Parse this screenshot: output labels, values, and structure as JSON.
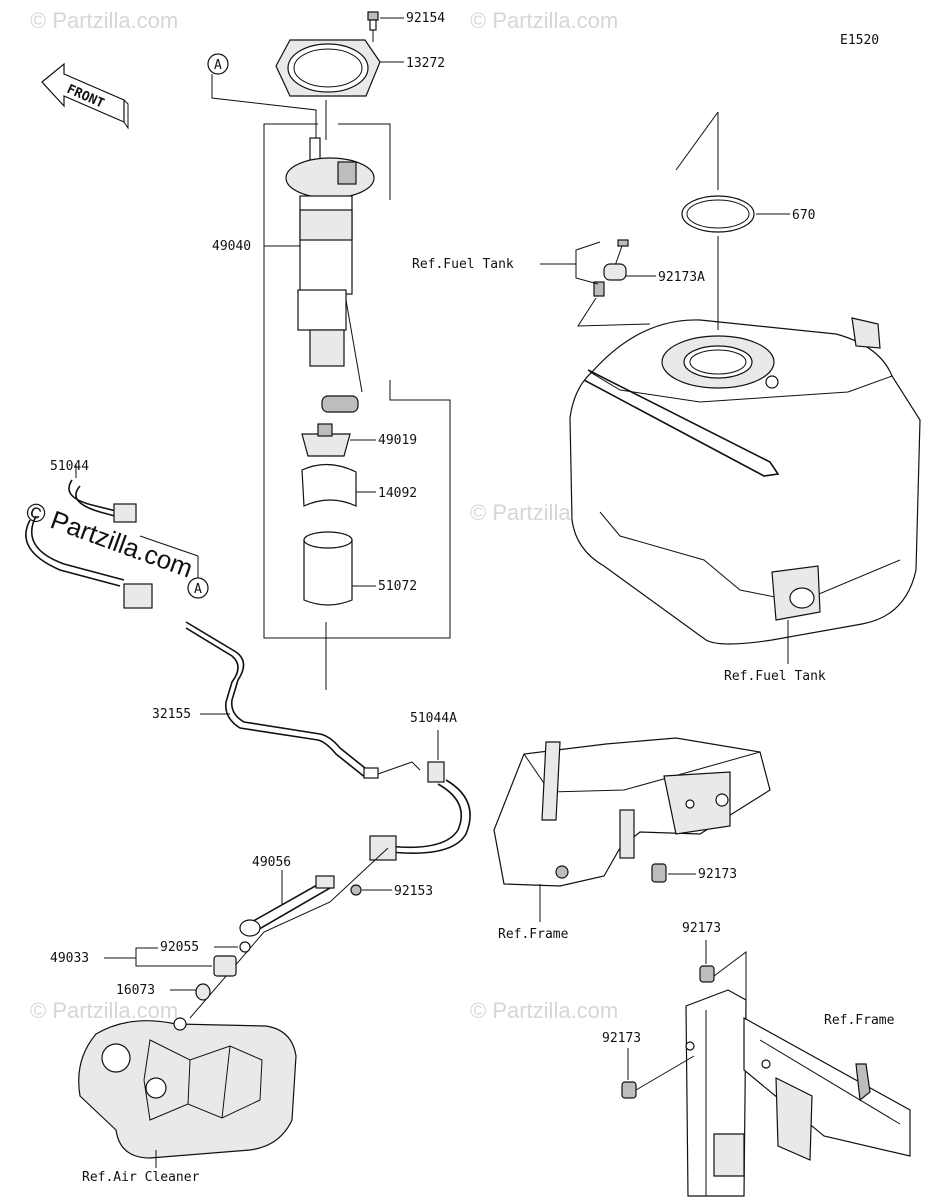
{
  "diagram_code": "E1520",
  "watermark": "© Partzilla.com",
  "brand_watermark": "© Partzilla.com",
  "front_label": "FRONT",
  "callouts": {
    "a_top": "A",
    "a_left": "A"
  },
  "part_numbers": {
    "p92154": "92154",
    "p13272": "13272",
    "p49040": "49040",
    "p49019": "49019",
    "p14092": "14092",
    "p51072": "51072",
    "p51044": "51044",
    "p32155": "32155",
    "p51044a": "51044A",
    "p49056": "49056",
    "p92153": "92153",
    "p49033": "49033",
    "p92055": "92055",
    "p16073": "16073",
    "p670": "670",
    "p92173a": "92173A",
    "p92173_1": "92173",
    "p92173_2": "92173",
    "p92173_3": "92173"
  },
  "references": {
    "fuel_tank_top": "Ref.Fuel Tank",
    "fuel_tank_bottom": "Ref.Fuel Tank",
    "frame_left": "Ref.Frame",
    "frame_right": "Ref.Frame",
    "air_cleaner": "Ref.Air Cleaner"
  }
}
